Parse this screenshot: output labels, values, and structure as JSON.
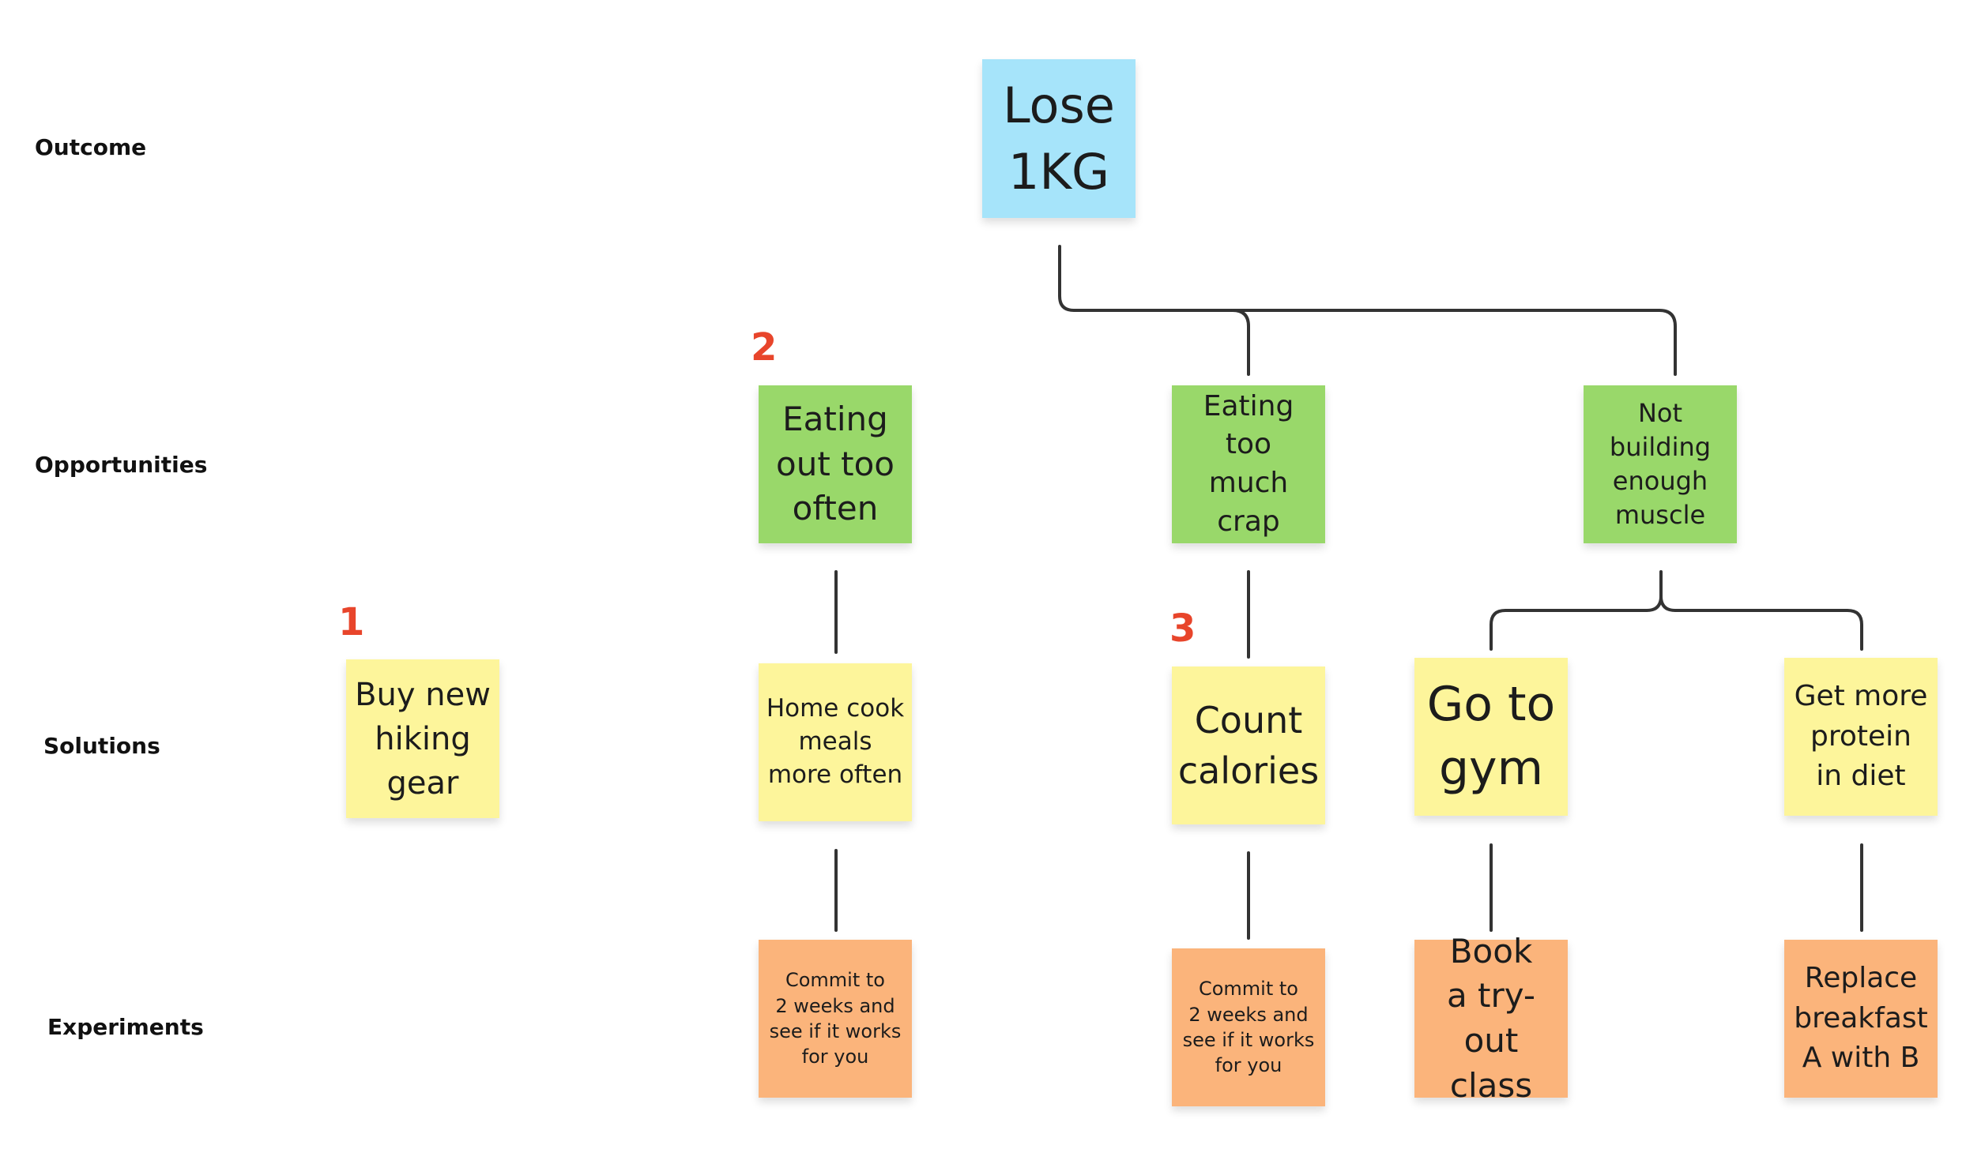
{
  "colors": {
    "outcome": "#a6e4fa",
    "opportunity": "#99d86a",
    "solution": "#fdf59b",
    "experiment": "#fbb47b",
    "priority": "#e8452b",
    "connector": "#333333"
  },
  "row_labels": {
    "outcome": "Outcome",
    "opportunities": "Opportunities",
    "solutions": "Solutions",
    "experiments": "Experiments"
  },
  "outcome": {
    "text": "Lose\n1KG"
  },
  "opportunities": {
    "eating_out": "Eating\nout too\noften",
    "eating_crap": "Eating too\nmuch\ncrap",
    "muscle": "Not\nbuilding\nenough\nmuscle"
  },
  "solutions": {
    "hiking_gear": "Buy new\nhiking\ngear",
    "home_cook": "Home cook\nmeals\nmore often",
    "count_calories": "Count\ncalories",
    "gym": "Go to\ngym",
    "protein": "Get more\nprotein\nin diet"
  },
  "experiments": {
    "commit_1": "Commit to\n2 weeks and\nsee if it works\nfor you",
    "commit_2": "Commit to\n2 weeks and\nsee if it works\nfor you",
    "tryout": "Book\na try-out\nclass",
    "breakfast": "Replace\nbreakfast\nA with B"
  },
  "priorities": {
    "p1": "1",
    "p2": "2",
    "p3": "3"
  }
}
